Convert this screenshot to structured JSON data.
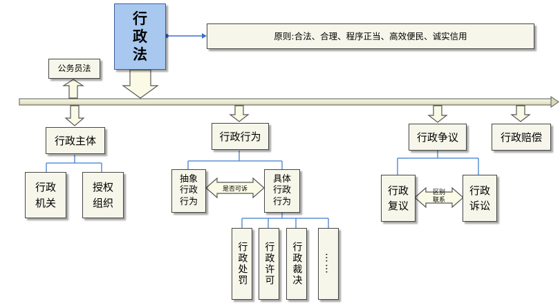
{
  "title": {
    "text": "行\n政\n法"
  },
  "principle": {
    "text": "原则:合法、合理、程序正当、高效便民、诚实信用"
  },
  "civil_servant_law": {
    "text": "公务员法"
  },
  "subject": {
    "label": "行政主体",
    "children": [
      {
        "label": "行政\n机关"
      },
      {
        "label": "授权\n组织"
      }
    ]
  },
  "act": {
    "label": "行政行为",
    "abstract": "抽象\n行政\n行为",
    "concrete": "具体\n行政\n行为",
    "relation": "是否可诉",
    "children": [
      {
        "label": "行政处罚"
      },
      {
        "label": "行政许可"
      },
      {
        "label": "行政裁决"
      },
      {
        "label": "……"
      }
    ]
  },
  "dispute": {
    "label": "行政争议",
    "reconsideration": "行政\n复议",
    "litigation": "行政\n诉讼",
    "relation": "区别\n联系"
  },
  "compensation": {
    "label": "行政赔偿"
  },
  "colors": {
    "title_fill": "#a9c8f0",
    "connector": "#5b8fd6",
    "box_fill": "#f6f6ea"
  }
}
